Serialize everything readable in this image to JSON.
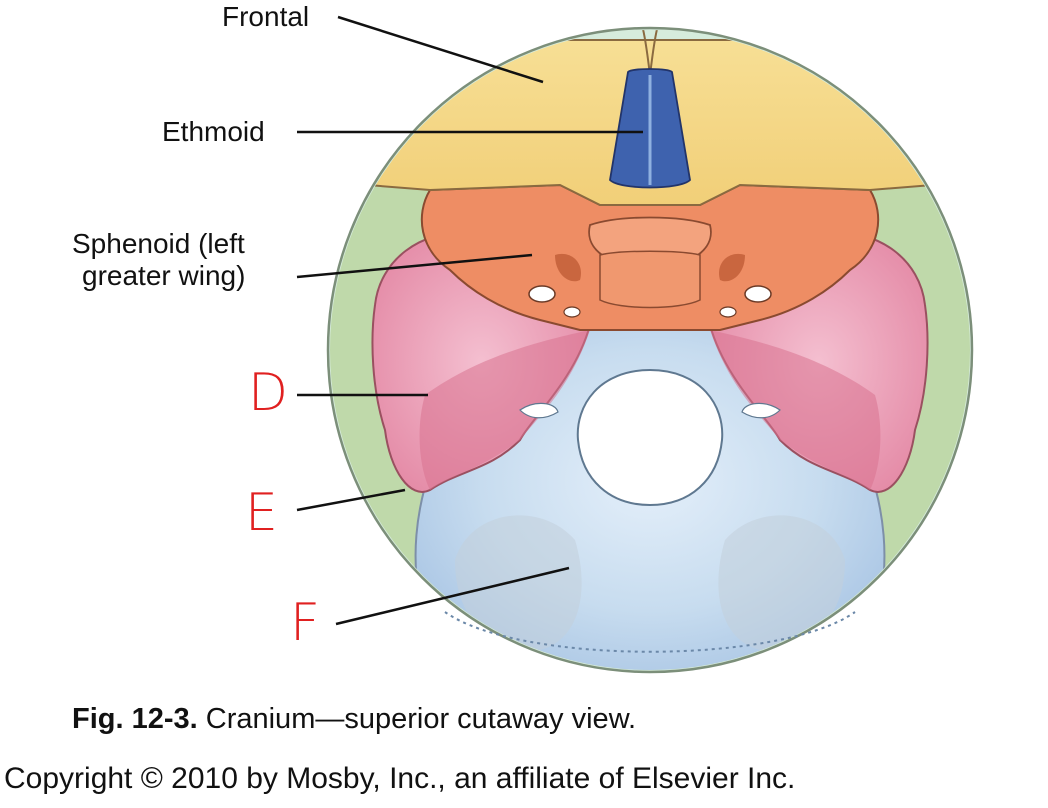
{
  "labels": {
    "frontal": "Frontal",
    "ethmoid": "Ethmoid",
    "sphenoid_line1": "Sphenoid (left",
    "sphenoid_line2": "greater wing)",
    "d": "D",
    "e": "E",
    "f": "F"
  },
  "caption": {
    "fig": "Fig. 12-3.",
    "text": " Cranium—superior cutaway view."
  },
  "copyright": "Copyright © 2010 by Mosby, Inc., an affiliate of Elsevier Inc.",
  "colors": {
    "frontal": "#f6d98a",
    "ethmoid": "#3e62ae",
    "sphenoid": "#ee8e66",
    "temporal": "#e99bb0",
    "parietal": "#b9d6a6",
    "occipital": "#a9c9ea",
    "outline": "#8a6a50",
    "handwriting": "#e02020"
  }
}
